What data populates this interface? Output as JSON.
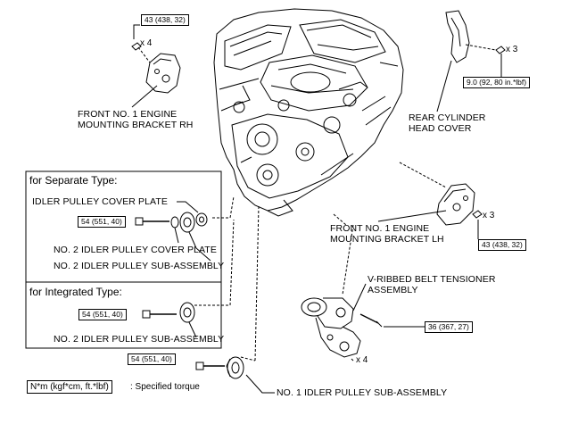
{
  "labels": {
    "front_bracket_rh": "FRONT NO. 1 ENGINE\nMOUNTING BRACKET RH",
    "rear_cyl_head_cover": "REAR CYLINDER\nHEAD COVER",
    "front_bracket_lh": "FRONT NO. 1 ENGINE\nMOUNTING BRACKET LH",
    "v_belt_tensioner": "V-RIBBED BELT TENSIONER\nASSEMBLY",
    "idler_cover_plate": "IDLER PULLEY COVER PLATE",
    "no2_idler_cover_plate": "NO. 2 IDLER PULLEY COVER PLATE",
    "no2_idler_sub_sep": "NO. 2 IDLER PULLEY SUB-ASSEMBLY",
    "no2_idler_sub_int": "NO. 2 IDLER PULLEY SUB-ASSEMBLY",
    "no1_idler_sub": "NO. 1 IDLER PULLEY SUB-ASSEMBLY"
  },
  "sections": {
    "separate": "for Separate Type:",
    "integrated": "for Integrated Type:"
  },
  "torques": {
    "rh_bracket": "43 (438, 32)",
    "rear_cover": "9.0 (92, 80 in.*lbf)",
    "lh_bracket": "43 (438, 32)",
    "tensioner": "36 (367, 27)",
    "sep_idler": "54 (551, 40)",
    "int_idler": "54 (551, 40)",
    "no1_idler": "54 (551, 40)"
  },
  "counts": {
    "rh_bracket": "x 4",
    "rear_cover": "x 3",
    "lh_bracket": "x 3",
    "tensioner": "x 4"
  },
  "legend": {
    "unit": "N*m (kgf*cm, ft.*lbf)",
    "meaning": ": Specified torque"
  }
}
